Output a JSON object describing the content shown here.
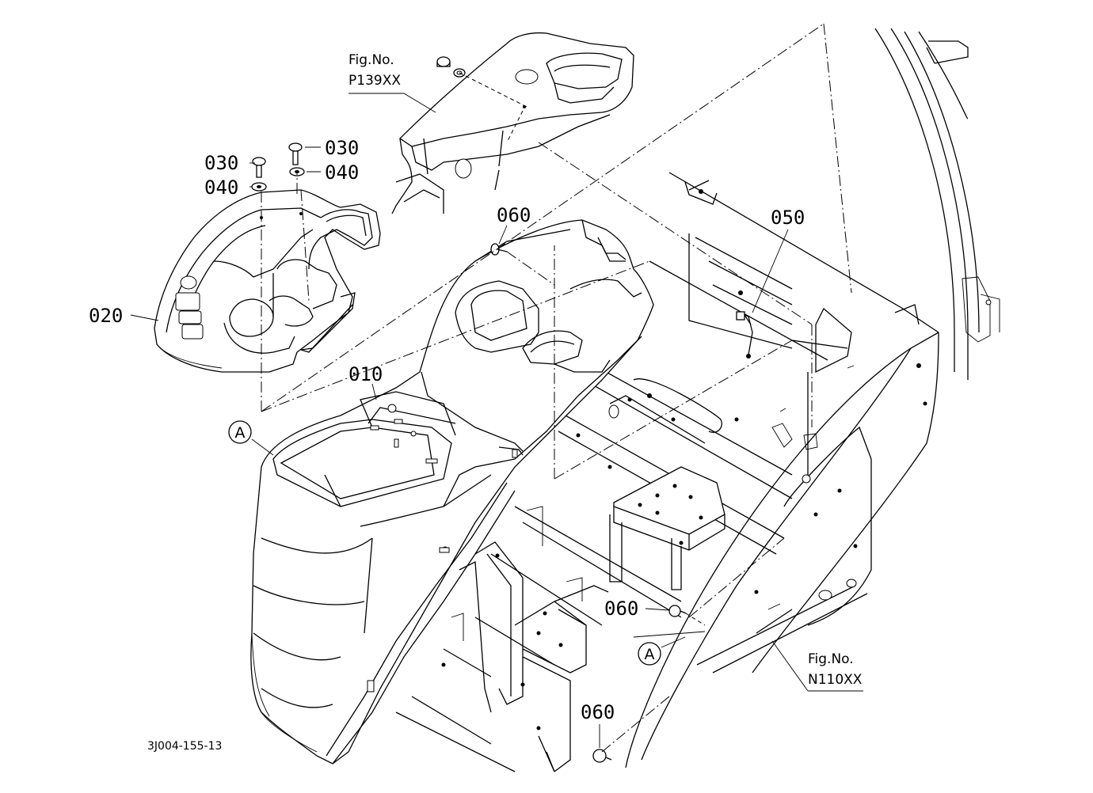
{
  "part_labels": {
    "p010": "010",
    "p020": "020",
    "p030_left": "030",
    "p030_right": "030",
    "p040_left": "040",
    "p040_right": "040",
    "p050": "050",
    "p060_top": "060",
    "p060_mid": "060",
    "p060_bottom": "060"
  },
  "figure_refs": {
    "top": {
      "line1": "Fig.No.",
      "line2": "P139XX"
    },
    "bottom": {
      "line1": "Fig.No.",
      "line2": "N110XX"
    }
  },
  "callouts": {
    "a_left": "A",
    "a_right": "A"
  },
  "drawing_code": "3J004-155-13"
}
